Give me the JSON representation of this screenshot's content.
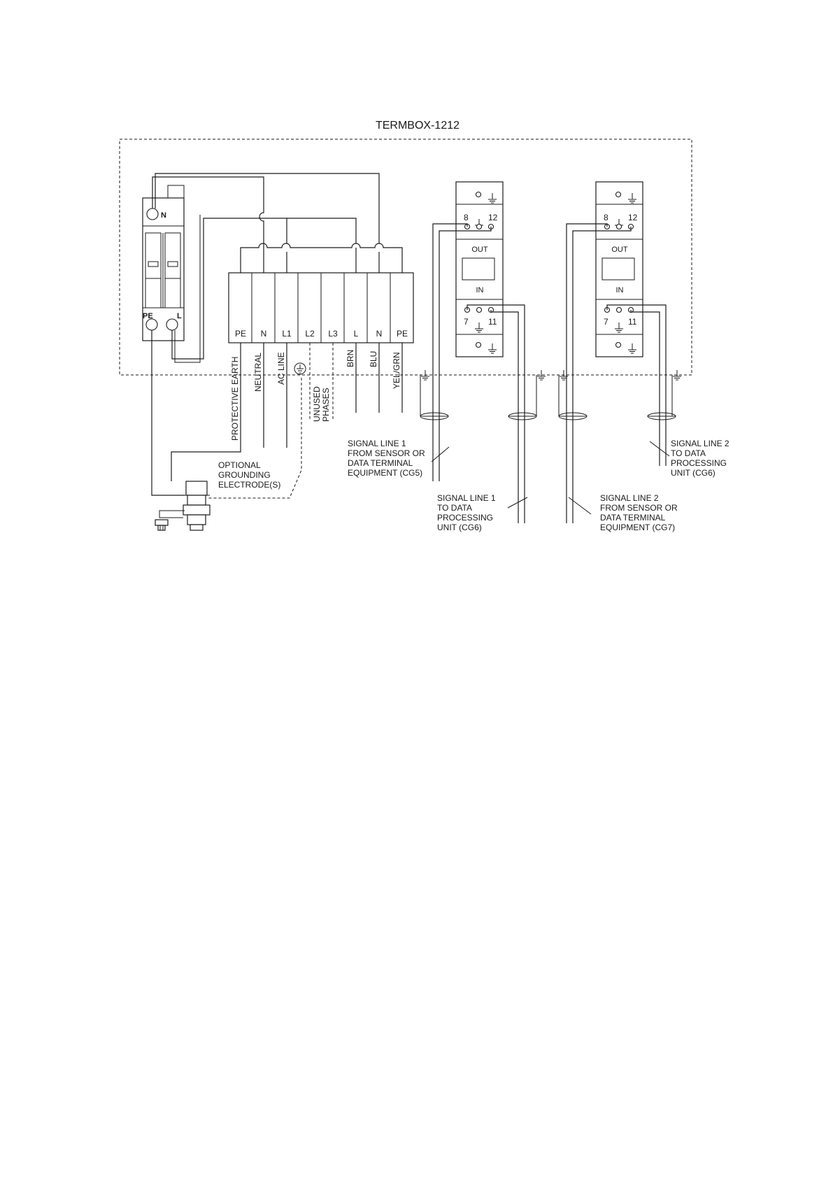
{
  "title": "TERMBOX-1212",
  "spd": {
    "top_label": "N",
    "bottom_left_label": "PE",
    "bottom_right_label": "L"
  },
  "terminals": [
    "PE",
    "N",
    "L1",
    "L2",
    "L3",
    "L",
    "N",
    "PE"
  ],
  "wire_labels": {
    "protective_earth": "PROTECTIVE EARTH",
    "neutral": "NEUTRAL",
    "ac_line": "AC LINE",
    "unused_line1": "UNUSED",
    "unused_line2": "PHASES",
    "brn": "BRN",
    "blu": "BLU",
    "yel_grn": "YEL/GRN"
  },
  "grounding_label": [
    "OPTIONAL",
    "GROUNDING",
    "ELECTRODE(S)"
  ],
  "protectors": [
    {
      "top_left": "8",
      "top_right": "12",
      "out": "OUT",
      "in": "IN",
      "bottom_left": "7",
      "bottom_right": "11"
    },
    {
      "top_left": "8",
      "top_right": "12",
      "out": "OUT",
      "in": "IN",
      "bottom_left": "7",
      "bottom_right": "11"
    }
  ],
  "signal_labels": {
    "sig1_from": [
      "SIGNAL LINE 1",
      "FROM SENSOR OR",
      "DATA TERMINAL",
      "EQUIPMENT (CG5)"
    ],
    "sig1_to": [
      "SIGNAL LINE 1",
      "TO DATA",
      "PROCESSING",
      "UNIT (CG6)"
    ],
    "sig2_from": [
      "SIGNAL LINE 2",
      "FROM SENSOR OR",
      "DATA TERMINAL",
      "EQUIPMENT (CG7)"
    ],
    "sig2_to": [
      "SIGNAL LINE 2",
      "TO DATA",
      "PROCESSING",
      "UNIT (CG6)"
    ]
  }
}
